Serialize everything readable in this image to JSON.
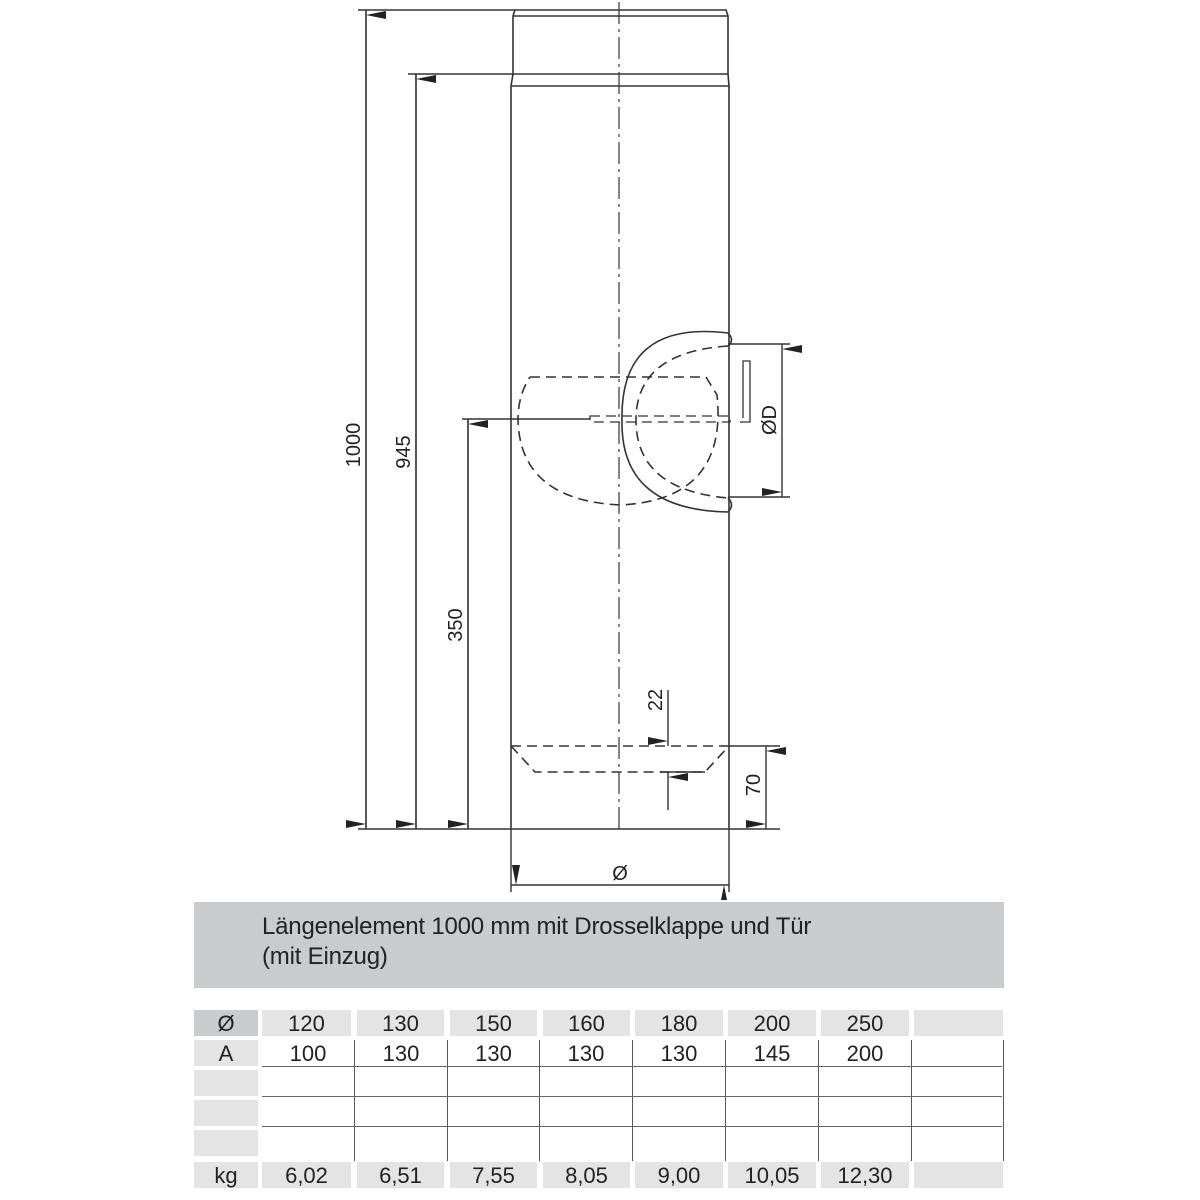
{
  "drawing": {
    "dimensions": {
      "total_length": "1000",
      "insert_length": "945",
      "damper_height": "350",
      "door_diameter": "ØD",
      "inlet_depth": "22",
      "inlet_height": "70",
      "pipe_diameter": "Ø"
    }
  },
  "title": {
    "line1": "Längenelement 1000 mm mit Drosselklappe und Tür",
    "line2": "(mit Einzug)"
  },
  "table": {
    "rows": [
      {
        "label": "Ø",
        "values": [
          "120",
          "130",
          "150",
          "160",
          "180",
          "200",
          "250",
          ""
        ]
      },
      {
        "label": "A",
        "values": [
          "100",
          "130",
          "130",
          "130",
          "130",
          "145",
          "200",
          ""
        ]
      },
      {
        "label": "",
        "values": [
          "",
          "",
          "",
          "",
          "",
          "",
          "",
          ""
        ]
      },
      {
        "label": "",
        "values": [
          "",
          "",
          "",
          "",
          "",
          "",
          "",
          ""
        ]
      },
      {
        "label": "",
        "values": [
          "",
          "",
          "",
          "",
          "",
          "",
          "",
          ""
        ]
      },
      {
        "label": "kg",
        "values": [
          "6,02",
          "6,51",
          "7,55",
          "8,05",
          "9,00",
          "10,05",
          "12,30",
          ""
        ]
      }
    ]
  }
}
